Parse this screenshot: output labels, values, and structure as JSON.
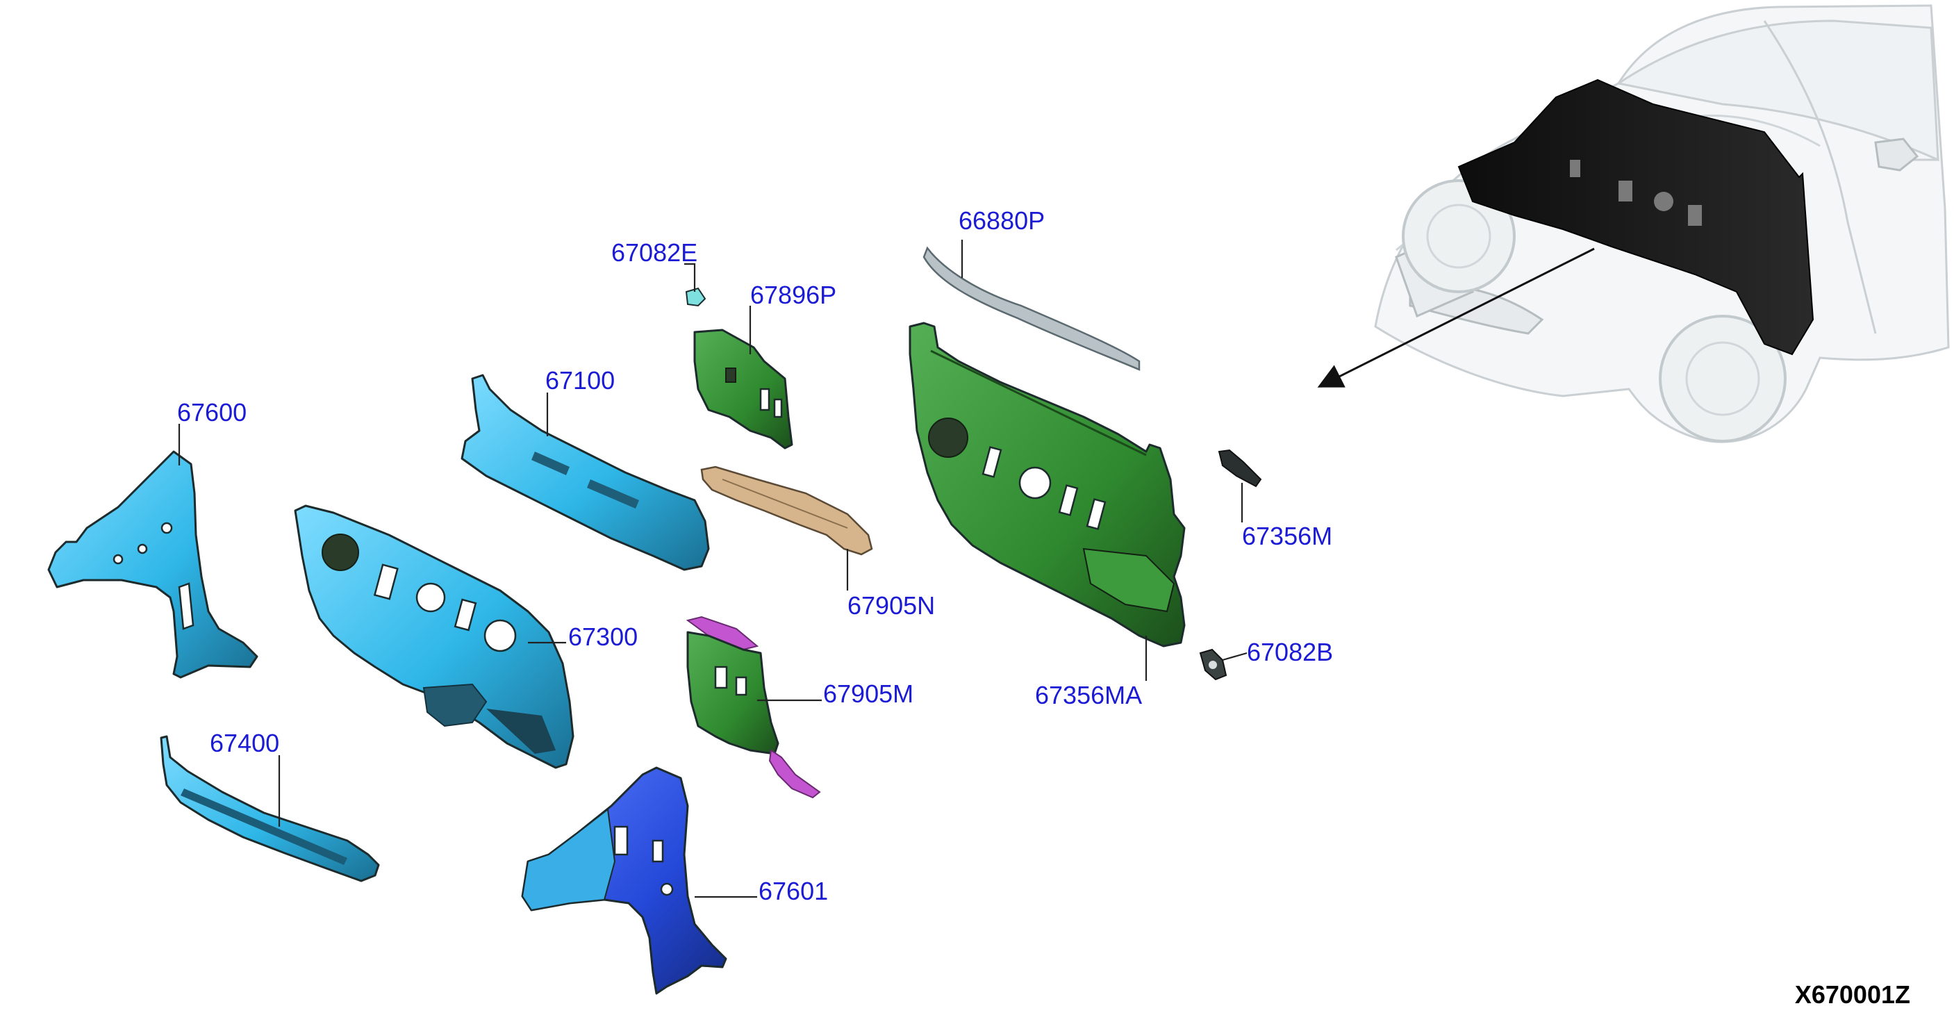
{
  "diagram_code": "X670001Z",
  "colors": {
    "label": "#1b1bd6",
    "cyan_part": "#2fb7e8",
    "green_part": "#2f8a2f",
    "tan_part": "#d6b48c",
    "purple_part": "#c455d0",
    "blue_part": "#2448d8",
    "gray_part": "#b9c2c6",
    "vehicle_highlight": "#111111"
  },
  "parts": [
    {
      "id": "67082E",
      "label": "67082E"
    },
    {
      "id": "67896P",
      "label": "67896P"
    },
    {
      "id": "66880P",
      "label": "66880P"
    },
    {
      "id": "67100",
      "label": "67100"
    },
    {
      "id": "67600",
      "label": "67600"
    },
    {
      "id": "67356M",
      "label": "67356M"
    },
    {
      "id": "67905N",
      "label": "67905N"
    },
    {
      "id": "67300",
      "label": "67300"
    },
    {
      "id": "67082B",
      "label": "67082B"
    },
    {
      "id": "67905M",
      "label": "67905M"
    },
    {
      "id": "67356MA",
      "label": "67356MA"
    },
    {
      "id": "67400",
      "label": "67400"
    },
    {
      "id": "67601",
      "label": "67601"
    }
  ]
}
